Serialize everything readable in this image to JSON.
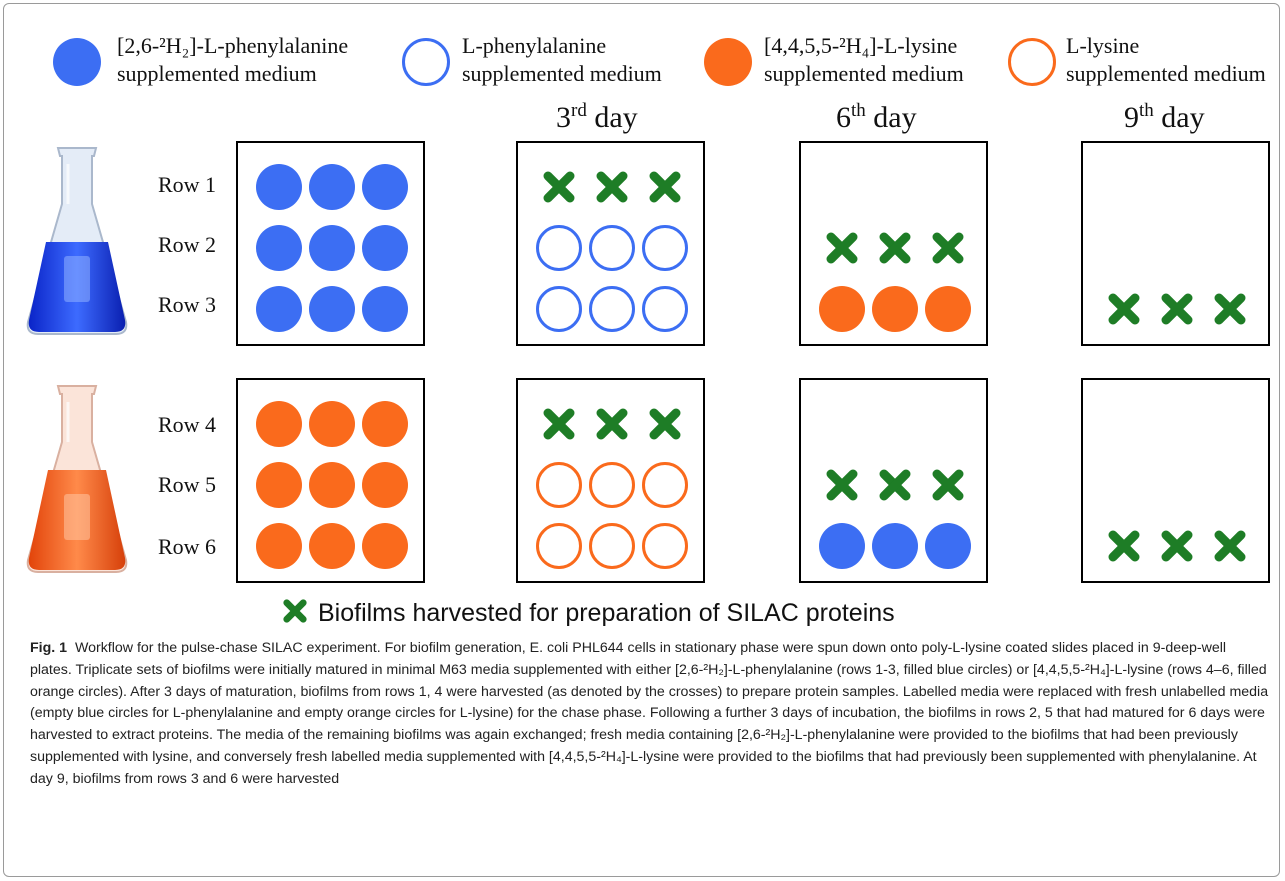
{
  "legend": [
    {
      "line1": "[2,6-²H₂]-L-phenylalanine",
      "line2": "supplemented medium",
      "style": "filled",
      "color": "#3c6ef3"
    },
    {
      "line1": "L-phenylalanine",
      "line2": "supplemented medium",
      "style": "empty",
      "color": "#3c6ef3"
    },
    {
      "line1": "[4,4,5,5-²H₄]-L-lysine",
      "line2": "supplemented medium",
      "style": "filled",
      "color": "#fa6a1c"
    },
    {
      "line1": "L-lysine",
      "line2": "supplemented medium",
      "style": "empty",
      "color": "#fa6a1c"
    }
  ],
  "days": [
    {
      "num": "3",
      "sup": "rd",
      "word": "day"
    },
    {
      "num": "6",
      "sup": "th",
      "word": "day"
    },
    {
      "num": "9",
      "sup": "th",
      "word": "day"
    }
  ],
  "rows": [
    "Row 1",
    "Row 2",
    "Row 3",
    "Row 4",
    "Row 5",
    "Row 6"
  ],
  "colors": {
    "blue": "#3c6ef3",
    "orange": "#fa6a1c",
    "cross": "#1e7d26"
  },
  "plates": {
    "top": [
      [
        "FB",
        "FB",
        "FB"
      ],
      [
        "X",
        "EB",
        "EB"
      ],
      [
        "",
        "X",
        "FO"
      ],
      [
        "",
        "",
        "X"
      ]
    ],
    "bottom": [
      [
        "FO",
        "FO",
        "FO"
      ],
      [
        "X",
        "EO",
        "EO"
      ],
      [
        "",
        "X",
        "FB"
      ],
      [
        "",
        "",
        "X"
      ]
    ]
  },
  "harvest_note": "Biofilms harvested for preparation of SILAC proteins",
  "caption": {
    "label": "Fig. 1",
    "text": "Workflow for the pulse-chase SILAC experiment. For biofilm generation, E. coli PHL644 cells in stationary phase were spun down onto poly-L-lysine coated slides placed in 9-deep-well plates. Triplicate sets of biofilms were initially matured in minimal M63 media supplemented with either [2,6-²H₂]-L-phenylalanine (rows 1-3, filled blue circles) or [4,4,5,5-²H₄]-L-lysine (rows 4–6, filled orange circles). After 3 days of maturation, biofilms from rows 1, 4 were harvested (as denoted by the crosses) to prepare protein samples. Labelled media were replaced with fresh unlabelled media (empty blue circles for L-phenylalanine and empty orange circles for L-lysine) for the chase phase. Following a further 3 days of incubation, the biofilms in rows 2, 5 that had matured for 6 days were harvested to extract proteins. The media of the remaining biofilms was again exchanged; fresh media containing [2,6-²H₂]-L-phenylalanine were provided to the biofilms that had been previously supplemented with lysine, and conversely fresh labelled media supplemented with [4,4,5,5-²H₄]-L-lysine were provided to the biofilms that had previously been supplemented with phenylalanine. At day 9, biofilms from rows 3 and 6 were harvested"
  }
}
